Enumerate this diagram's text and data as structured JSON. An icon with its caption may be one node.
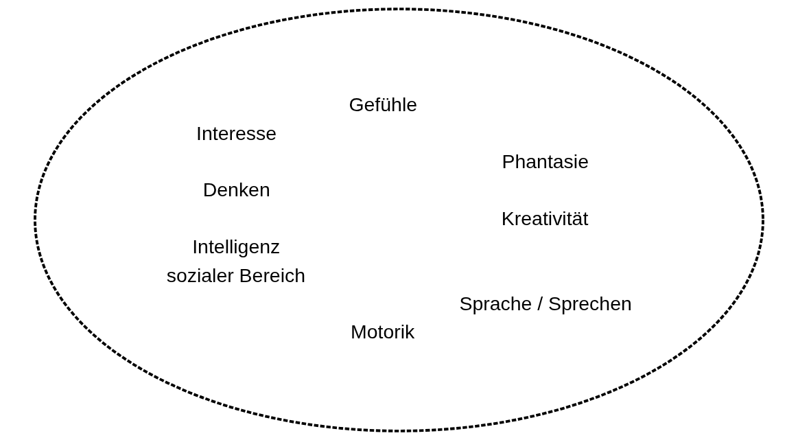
{
  "diagram": {
    "nodes": [
      {
        "text": [
          "Gefühle",
          "Interesse",
          "Phantasie",
          "Denken",
          "Kreativität",
          "Intelligenz",
          "sozialer Bereich",
          "Sprache / Sprechen",
          "Motorik"
        ]
      }
    ],
    "edges": []
  }
}
